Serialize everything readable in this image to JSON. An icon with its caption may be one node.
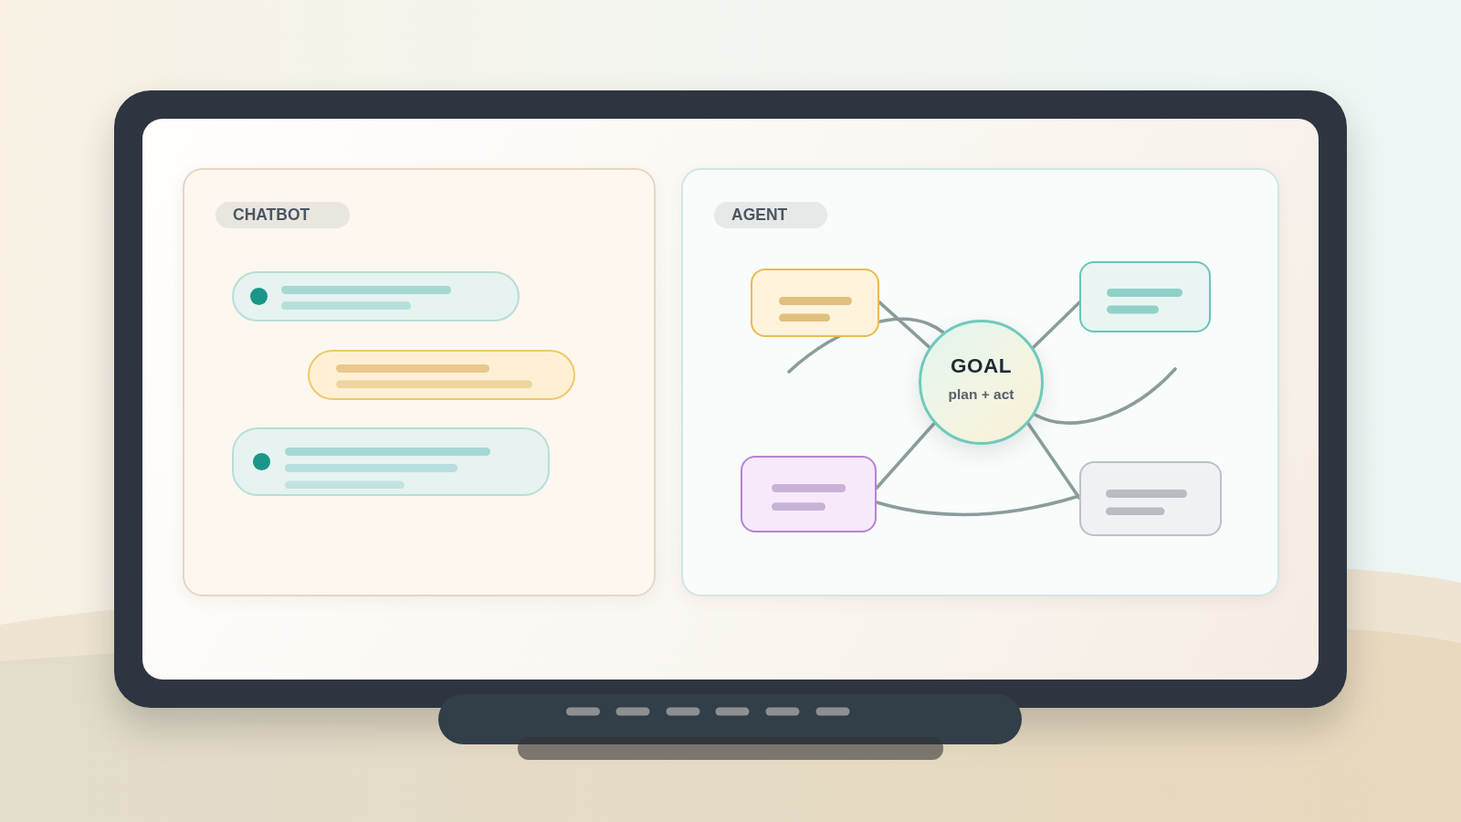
{
  "diagram": {
    "nodes": [
      {
        "text": [
          "CHATBOT"
        ]
      },
      {
        "text": [],
        "shape": "box",
        "in": 0
      },
      {
        "text": [],
        "shape": "box",
        "in": 0
      },
      {
        "text": [],
        "shape": "box",
        "in": 0
      },
      {
        "text": [
          "AGENT"
        ]
      },
      {
        "text": [
          "GOAL",
          "plan + act"
        ],
        "in": 4
      },
      {
        "text": [],
        "shape": "box",
        "in": 4
      },
      {
        "text": [],
        "shape": "box",
        "in": 4
      },
      {
        "text": [],
        "shape": "box",
        "in": 4
      },
      {
        "text": [],
        "shape": "box",
        "in": 4
      }
    ],
    "edges": [
      {
        "from": 6,
        "to": 5,
        "arrow": "none"
      },
      {
        "from": 7,
        "to": 5,
        "arrow": "none"
      },
      {
        "from": 8,
        "to": 5,
        "arrow": "none"
      },
      {
        "from": 9,
        "to": 5,
        "arrow": "none"
      },
      {
        "from": null,
        "to": 5,
        "arrow": "none"
      },
      {
        "from": 5,
        "to": null,
        "arrow": "none"
      },
      {
        "from": 8,
        "to": 9,
        "arrow": "none"
      }
    ]
  }
}
